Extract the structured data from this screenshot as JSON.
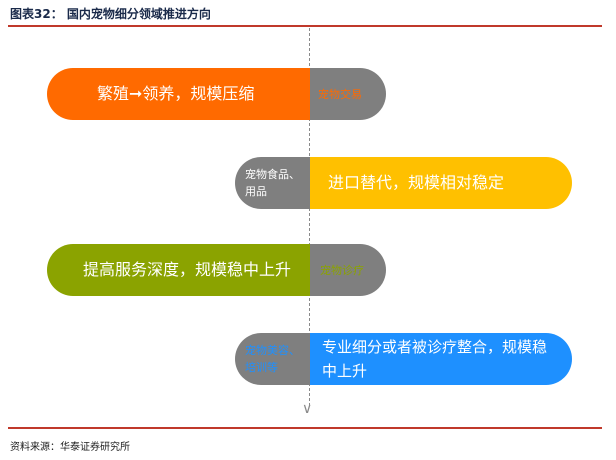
{
  "header": {
    "title": "图表32：   国内宠物细分领域推进方向"
  },
  "footer": {
    "source": "资料来源：华泰证券研究所"
  },
  "rows": [
    {
      "main": "繁殖➞领养，规模压缩",
      "side": "宠物交易"
    },
    {
      "main": "进口替代，规模相对稳定",
      "side": "宠物食品、用品"
    },
    {
      "main": "提高服务深度，规模稳中上升",
      "side": "宠物诊疗"
    },
    {
      "main": "专业细分或者被诊疗整合，规模稳中上升",
      "side": "宠物美容、培训等"
    }
  ],
  "colors": {
    "orange": "#ff6a00",
    "yellow": "#ffc000",
    "olive": "#8ba300",
    "blue": "#1e90ff",
    "grey": "#7f7f7f",
    "rule": "#c0392b"
  }
}
